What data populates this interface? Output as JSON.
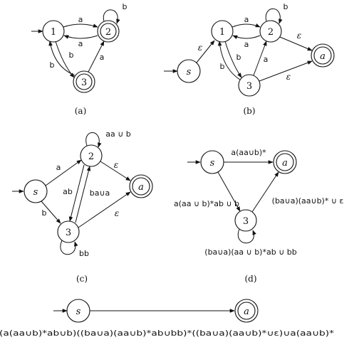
{
  "captions": {
    "a": "(a)",
    "b": "(b)",
    "c": "(c)",
    "d": "(d)"
  },
  "states": {
    "one": "1",
    "two": "2",
    "three": "3",
    "start": "s",
    "accept": "a"
  },
  "symbols": {
    "a": "a",
    "b": "b",
    "eps": "ε",
    "ab": "ab",
    "bb": "bb"
  },
  "panel_c": {
    "loop2": "aa ∪ b",
    "edge_3_2": "ba∪a"
  },
  "panel_d": {
    "s_to_a": "a(aa∪b)*",
    "s_to_3": "a(aa ∪ b)*ab ∪ b",
    "three_to_a": "(ba∪a)(aa∪b)* ∪ ε",
    "loop3": "(ba∪a)(aa ∪ b)*ab ∪ bb"
  },
  "panel_e": {
    "final_expression": "(a(aa∪b)*ab∪b)((ba∪a)(aa∪b)*ab∪bb)*((ba∪a)(aa∪b)*∪ε)∪a(aa∪b)*"
  }
}
